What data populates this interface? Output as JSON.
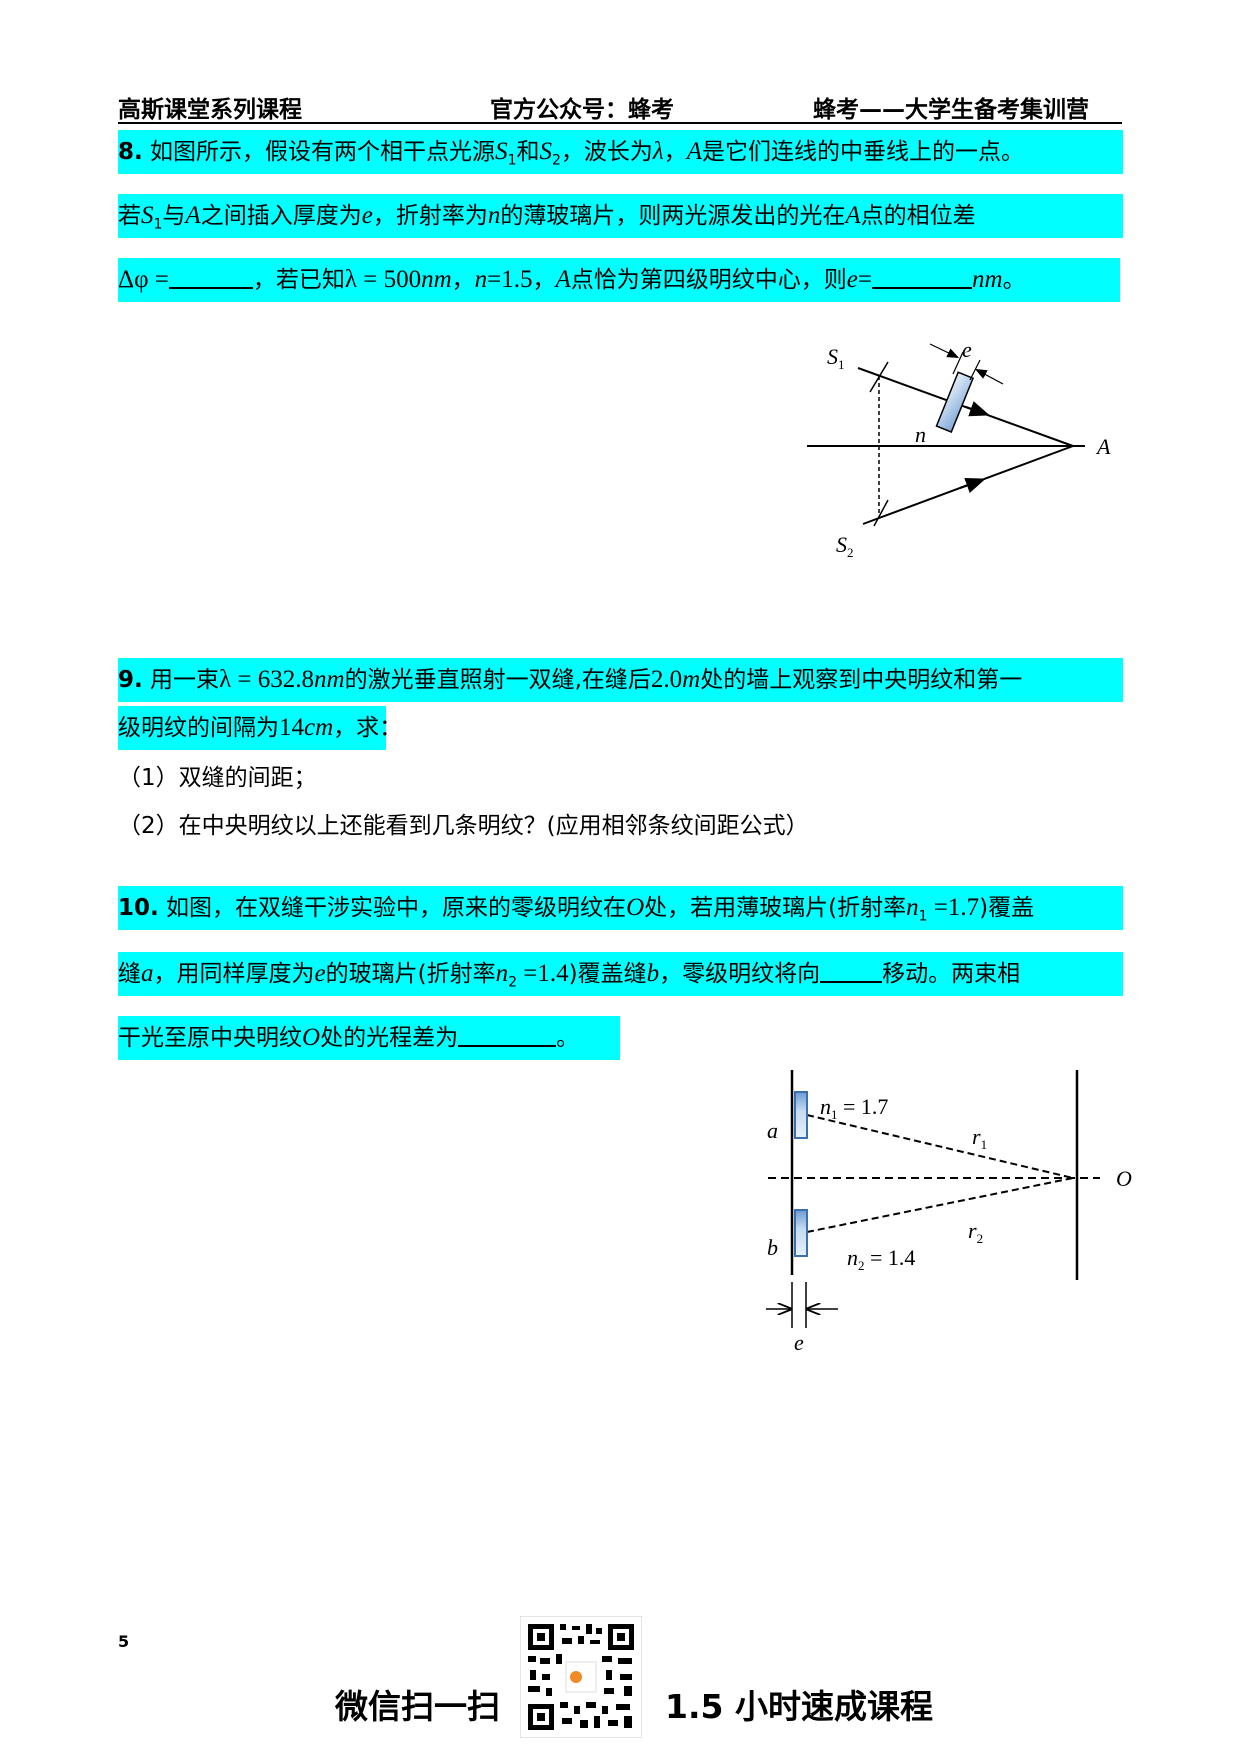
{
  "header": {
    "left": "高斯课堂系列课程",
    "center": "官方公众号：蜂考",
    "right": "蜂考——大学生备考集训营"
  },
  "q8": {
    "number": "8.",
    "line1_a": " 如图所示，假设有两个相干点光源",
    "S1": "S",
    "S1_sub": "1",
    "and": "和",
    "S2": "S",
    "S2_sub": "2",
    "line1_b": "，波长为",
    "lambda": "λ",
    "line1_c": "，",
    "A": "A",
    "line1_d": "是它们连线的中垂线上的一点。",
    "line2_a": "若",
    "line2_b": "与",
    "line2_c": "之间插入厚度为",
    "e": "e",
    "line2_d": "，折射率为",
    "n": "n",
    "line2_e": "的薄玻璃片，则两光源发出的光在",
    "line2_f": "点的相位差",
    "line3_a": "Δφ =",
    "line3_b": "，若已知",
    "lambda_eq": "λ = 500",
    "nm": "nm",
    "line3_c": "，",
    "n_eq": "n",
    "n_val": "=1.5",
    "line3_d": "，",
    "line3_e": "点恰为第四级明纹中心，则",
    "e_eq": "e",
    "eq": "=",
    "line3_f": "。",
    "figure": {
      "S1": "S",
      "S1_sub": "1",
      "S2": "S",
      "S2_sub": "2",
      "e": "e",
      "n": "n",
      "A": "A"
    }
  },
  "q9": {
    "number": "9.",
    "line1_a": " 用一束",
    "lambda_eq": "λ = 632.8",
    "nm": "nm",
    "line1_b": "的激光垂直照射一双缝,在缝后",
    "dist": "2.0",
    "m": "m",
    "line1_c": "处的墙上观察到中央明纹和第一",
    "line2_a": "级明纹的间隔为",
    "gap": "14",
    "cm": "cm",
    "line2_b": "，求：",
    "sub1": "（1）双缝的间距；",
    "sub2": "（2）在中央明纹以上还能看到几条明纹？(应用相邻条纹间距公式）"
  },
  "q10": {
    "number": "10.",
    "line1_a": " 如图，在双缝干涉实验中，原来的零级明纹在",
    "O": "O",
    "line1_b": "处，若用薄玻璃片(折射率",
    "n1": "n",
    "n1_sub": "1",
    "n1_val": " =1.7",
    "line1_c": ")覆盖",
    "line2_a": "缝",
    "a": "a",
    "line2_b": "，用同样厚度为",
    "e": "e",
    "line2_c": "的玻璃片(折射率",
    "n2": "n",
    "n2_sub": "2",
    "n2_val": " =1.4",
    "line2_d": ")覆盖缝",
    "b": "b",
    "line2_e": "，零级明纹将向",
    "line2_f": "移动。两束相",
    "line3_a": "干光至原中央明纹",
    "line3_b": "处的光程差为",
    "line3_c": "。",
    "figure": {
      "n1_label": "n",
      "n1_sub": "1",
      "n1_val": " = 1.7",
      "n2_label": "n",
      "n2_sub": "2",
      "n2_val": " = 1.4",
      "r1": "r",
      "r1_sub": "1",
      "r2": "r",
      "r2_sub": "2",
      "a": "a",
      "b": "b",
      "O": "O",
      "e": "e"
    }
  },
  "footer": {
    "page_number": "5",
    "scan_text": "微信扫一扫",
    "course_text": "1.5 小时速成课程",
    "qr_code": "qr-code-icon"
  },
  "colors": {
    "highlight": "#00ffff",
    "glass_fill": "#a9c8ea",
    "glass_border": "#3a6fb0"
  }
}
